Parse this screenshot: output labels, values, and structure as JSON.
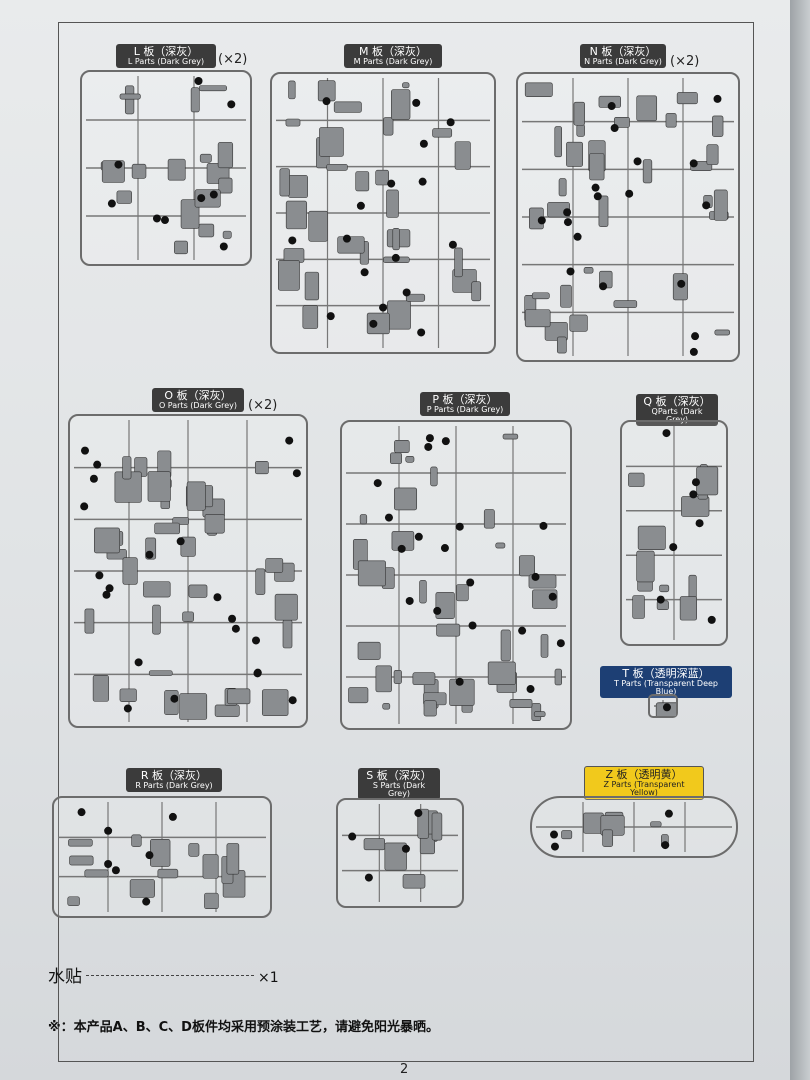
{
  "boards": [
    {
      "id": "L",
      "cn": "L 板（深灰）",
      "en": "L Parts (Dark Grey)",
      "mult": "(×2)",
      "style": "dark"
    },
    {
      "id": "M",
      "cn": "M 板（深灰）",
      "en": "M Parts (Dark Grey)",
      "mult": "",
      "style": "dark"
    },
    {
      "id": "N",
      "cn": "N 板（深灰）",
      "en": "N Parts (Dark Grey)",
      "mult": "(×2)",
      "style": "dark"
    },
    {
      "id": "O",
      "cn": "O 板（深灰）",
      "en": "O Parts (Dark Grey)",
      "mult": "(×2)",
      "style": "dark"
    },
    {
      "id": "P",
      "cn": "P 板（深灰）",
      "en": "P Parts (Dark Grey)",
      "mult": "",
      "style": "dark"
    },
    {
      "id": "Q",
      "cn": "Q 板（深灰）",
      "en": "QParts (Dark Grey)",
      "mult": "",
      "style": "dark"
    },
    {
      "id": "T",
      "cn": "T 板（透明深蓝）",
      "en": "T Parts (Transparent Deep Blue)",
      "mult": "",
      "style": "blue"
    },
    {
      "id": "R",
      "cn": "R 板（深灰）",
      "en": "R Parts (Dark Grey)",
      "mult": "",
      "style": "dark"
    },
    {
      "id": "S",
      "cn": "S 板（深灰）",
      "en": "S Parts (Dark Grey)",
      "mult": "",
      "style": "dark"
    },
    {
      "id": "Z",
      "cn": "Z 板（透明黄）",
      "en": "Z Parts (Transparent Yellow)",
      "mult": "",
      "style": "yellow"
    }
  ],
  "decal": {
    "label": "水贴",
    "qty": "×1"
  },
  "note": "※：本产品A、B、C、D板件均采用预涂装工艺，请避免阳光暴晒。",
  "page_number": "2",
  "colors": {
    "tag_dark": "#3b3b3b",
    "tag_yellow": "#f1c91c",
    "tag_blue": "#1d3f74",
    "sprue": "#6c6c6c"
  }
}
